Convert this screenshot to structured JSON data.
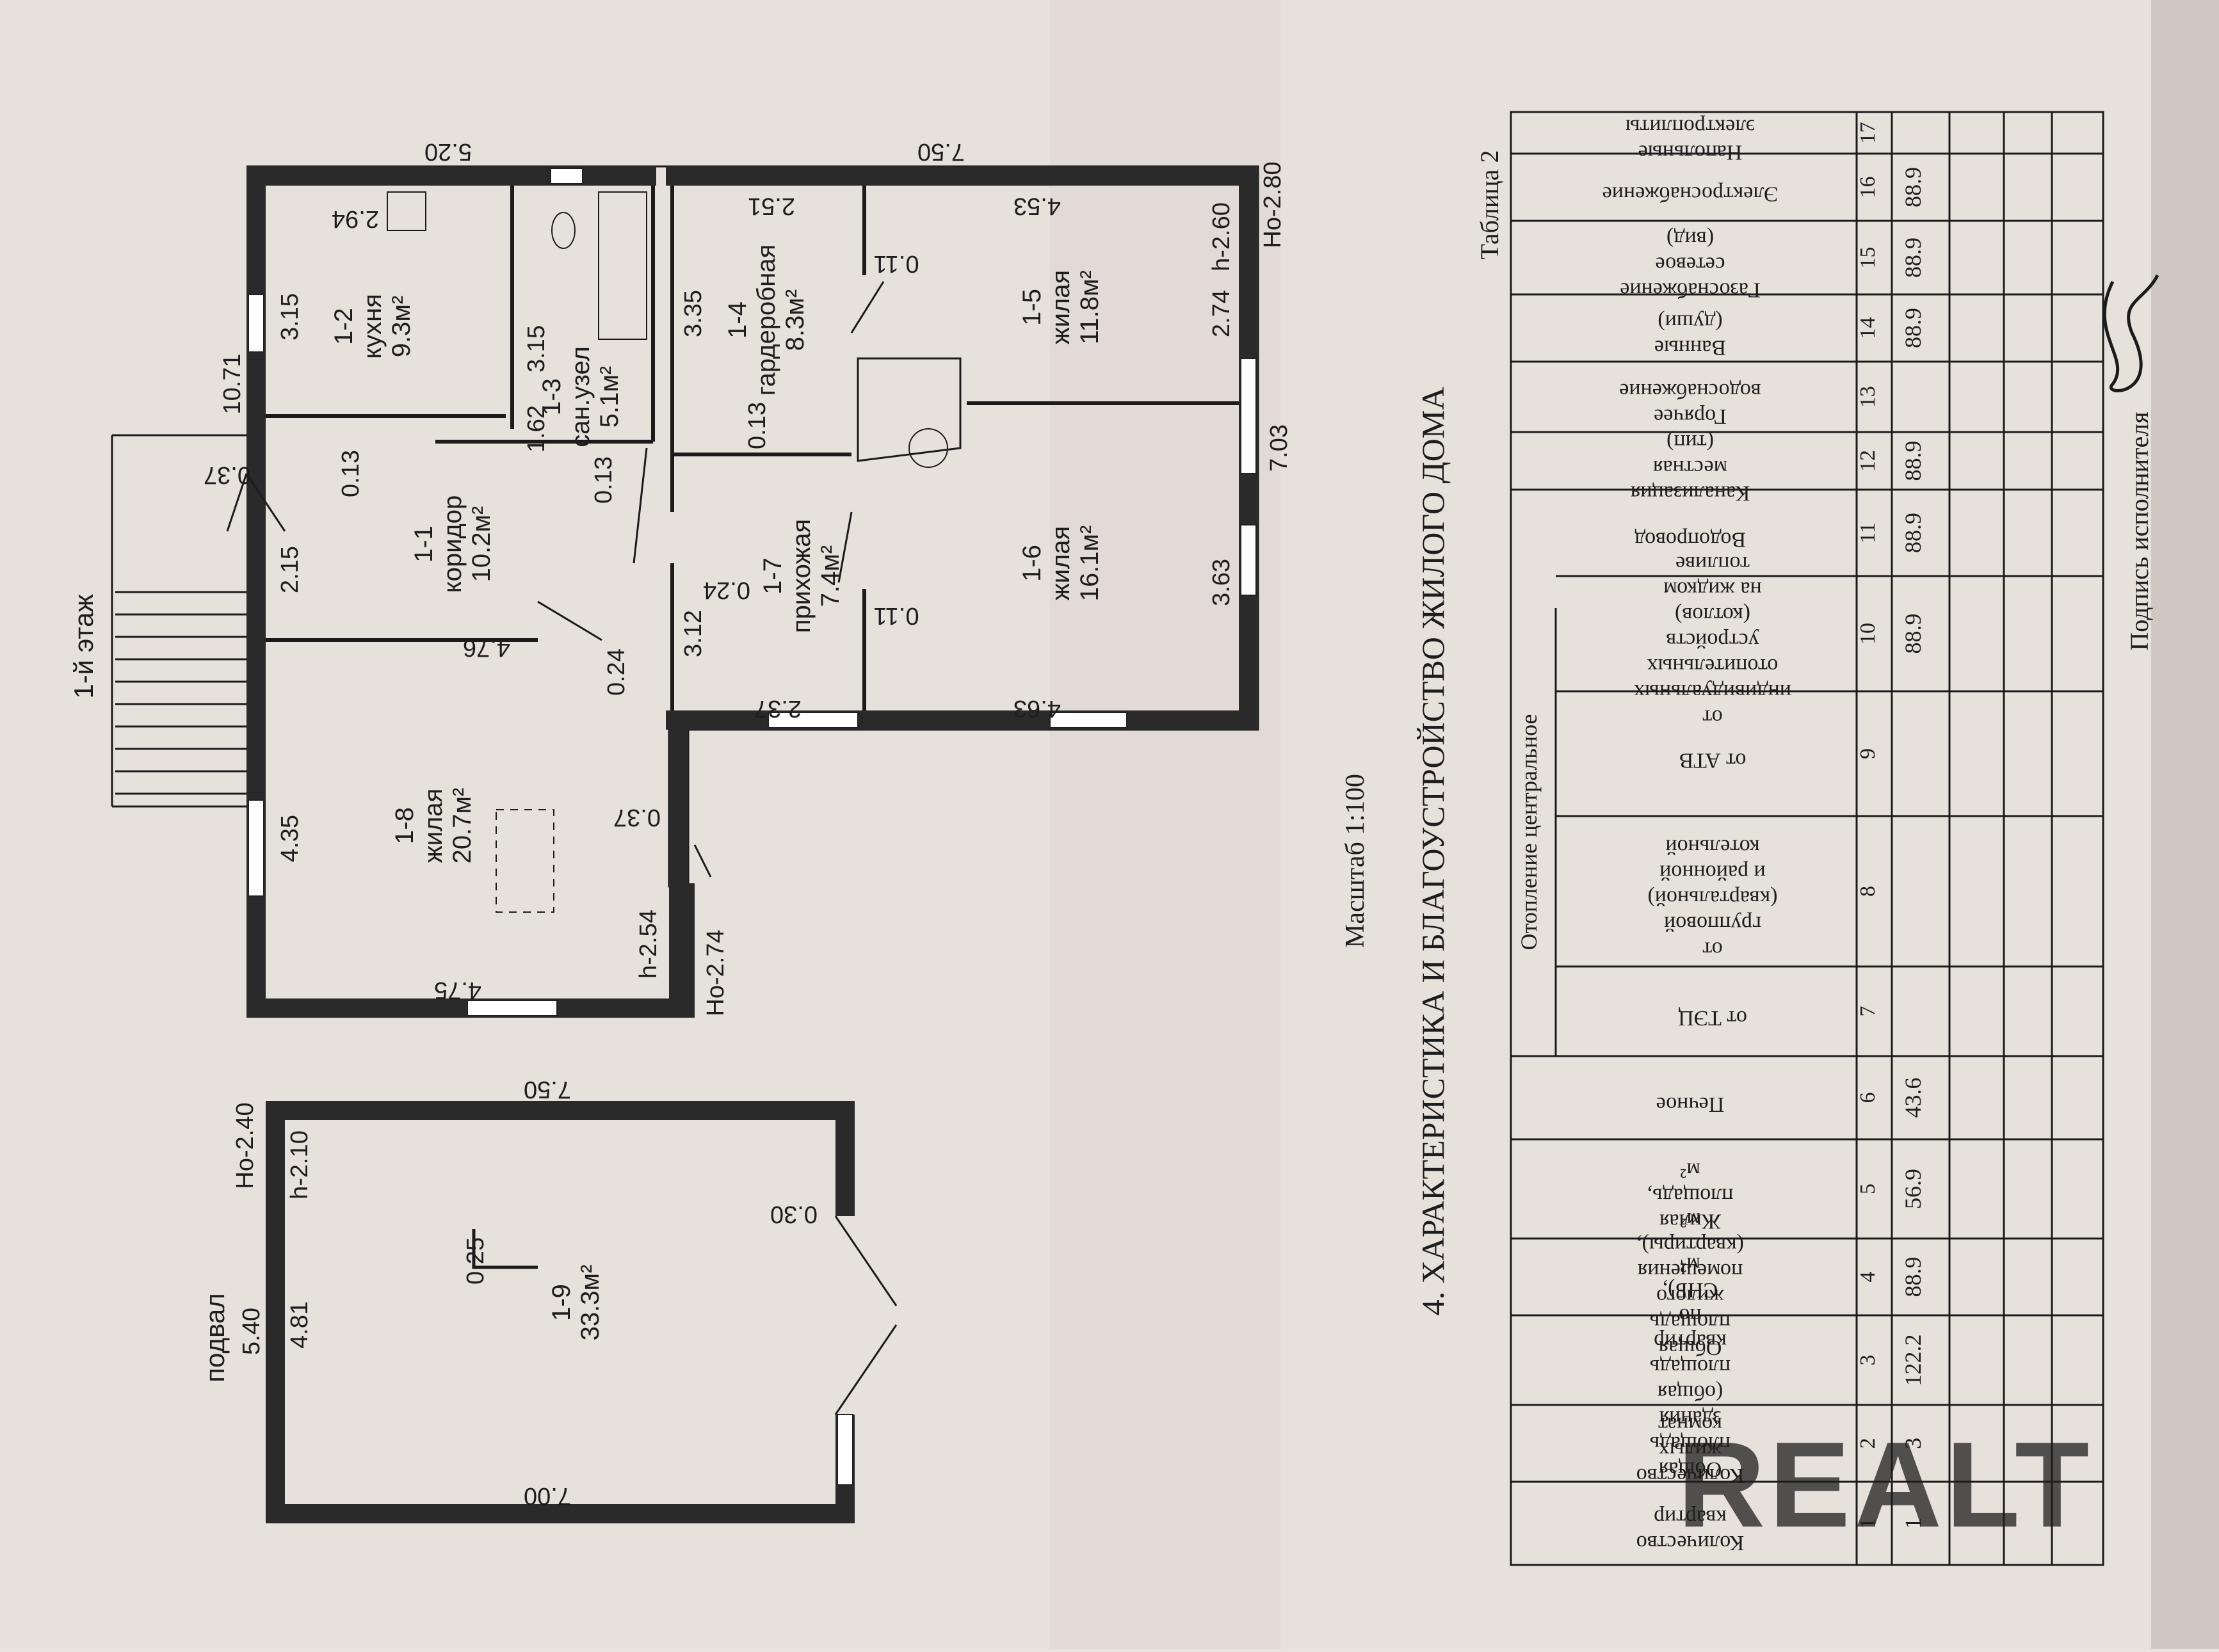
{
  "plan": {
    "floor1_label": "1-й этаж",
    "basement_label": "подвал",
    "scale": "Масштаб 1:100",
    "rooms": [
      {
        "num": "1-1",
        "name": "коридор",
        "area": "10.2м²"
      },
      {
        "num": "1-2",
        "name": "кухня",
        "area": "9.3м²"
      },
      {
        "num": "1-3",
        "name": "сан.узел",
        "area": "5.1м²"
      },
      {
        "num": "1-4",
        "name": "гардеробная",
        "area": "8.3м²"
      },
      {
        "num": "1-5",
        "name": "жилая",
        "area": "11.8м²"
      },
      {
        "num": "1-6",
        "name": "жилая",
        "area": "16.1м²"
      },
      {
        "num": "1-7",
        "name": "прихожая",
        "area": "7.4м²"
      },
      {
        "num": "1-8",
        "name": "жилая",
        "area": "20.7м²"
      },
      {
        "num": "1-9",
        "name": "",
        "area": "33.3м²"
      }
    ],
    "dims": {
      "top_left": "5.20",
      "top_right": "7.50",
      "left_total": "10.71",
      "kitchen_w": "2.94",
      "kitchen_h": "3.15",
      "san_h": "3.15",
      "san_w": "1.62",
      "gard_w": "2.51",
      "gard_h": "3.35",
      "r15_w": "4.53",
      "r15_h": "2.74",
      "right_total": "7.03",
      "h_260": "h-2.60",
      "ho_280": "Ho-2.80",
      "corr_l": "4.76",
      "corr_w": "2.15",
      "r18_h": "4.35",
      "r18_w": "4.75",
      "h_254": "h-2.54",
      "ho_274": "Ho-2.74",
      "pr_h": "3.12",
      "pr_w": "2.37",
      "r16_w": "4.63",
      "r16_h": "3.63",
      "d037a": "0.37",
      "d037b": "0.37",
      "d013a": "0.13",
      "d013b": "0.13",
      "d013c": "0.13",
      "d024a": "0.24",
      "d024b": "0.24",
      "d011a": "0.11",
      "d011b": "0.11",
      "b_top": "7.50",
      "b_bot": "7.00",
      "b_left": "5.40",
      "b_h": "4.81",
      "b_h210": "h-2.10",
      "b_ho240": "Ho-2.40",
      "b_030": "0.30",
      "b_025": "0.25"
    }
  },
  "table": {
    "section_title": "4. ХАРАКТЕРИСТИКА И БЛАГОУСТРОЙСТВО ЖИЛОГО ДОМА",
    "table_label": "Таблица 2",
    "heating_group": "Отопление центральное",
    "columns": [
      {
        "n": "1",
        "h": "Количество квартир",
        "v": "1"
      },
      {
        "n": "2",
        "h": "Количество жилых комнат",
        "v": "3"
      },
      {
        "n": "3",
        "h": "Общая площадь здания (общая площадь квартир по СНБ), м²",
        "v": "122.2"
      },
      {
        "n": "4",
        "h": "Общая площадь жилого помещения (квартиры), м²",
        "v": "88.9"
      },
      {
        "n": "5",
        "h": "Жилая площадь, м²",
        "v": "56.9"
      },
      {
        "n": "6",
        "h": "Печное",
        "v": "43.6"
      },
      {
        "n": "7",
        "h": "от ТЭЦ",
        "v": ""
      },
      {
        "n": "8",
        "h": "от групповой (квартальной) и районной котельной",
        "v": ""
      },
      {
        "n": "9",
        "h": "от АТВ",
        "v": ""
      },
      {
        "n": "10",
        "h": "от индивидуальных отопительных устройств (котлов) на жидком топливе",
        "v": "88.9"
      },
      {
        "n": "11",
        "h": "Водопровод",
        "v": "88.9"
      },
      {
        "n": "12",
        "h": "Канализация местная (тип)",
        "v": "88.9"
      },
      {
        "n": "13",
        "h": "Горячее водоснабжение",
        "v": ""
      },
      {
        "n": "14",
        "h": "Ванные (души)",
        "v": "88.9"
      },
      {
        "n": "15",
        "h": "Газоснабжение сетевое (вид)",
        "v": "88.9"
      },
      {
        "n": "16",
        "h": "Электроснабжение",
        "v": "88.9"
      },
      {
        "n": "17",
        "h": "Напольные электроплиты",
        "v": ""
      }
    ],
    "signature_label": "Подпись исполнителя"
  },
  "watermark": "REALT"
}
